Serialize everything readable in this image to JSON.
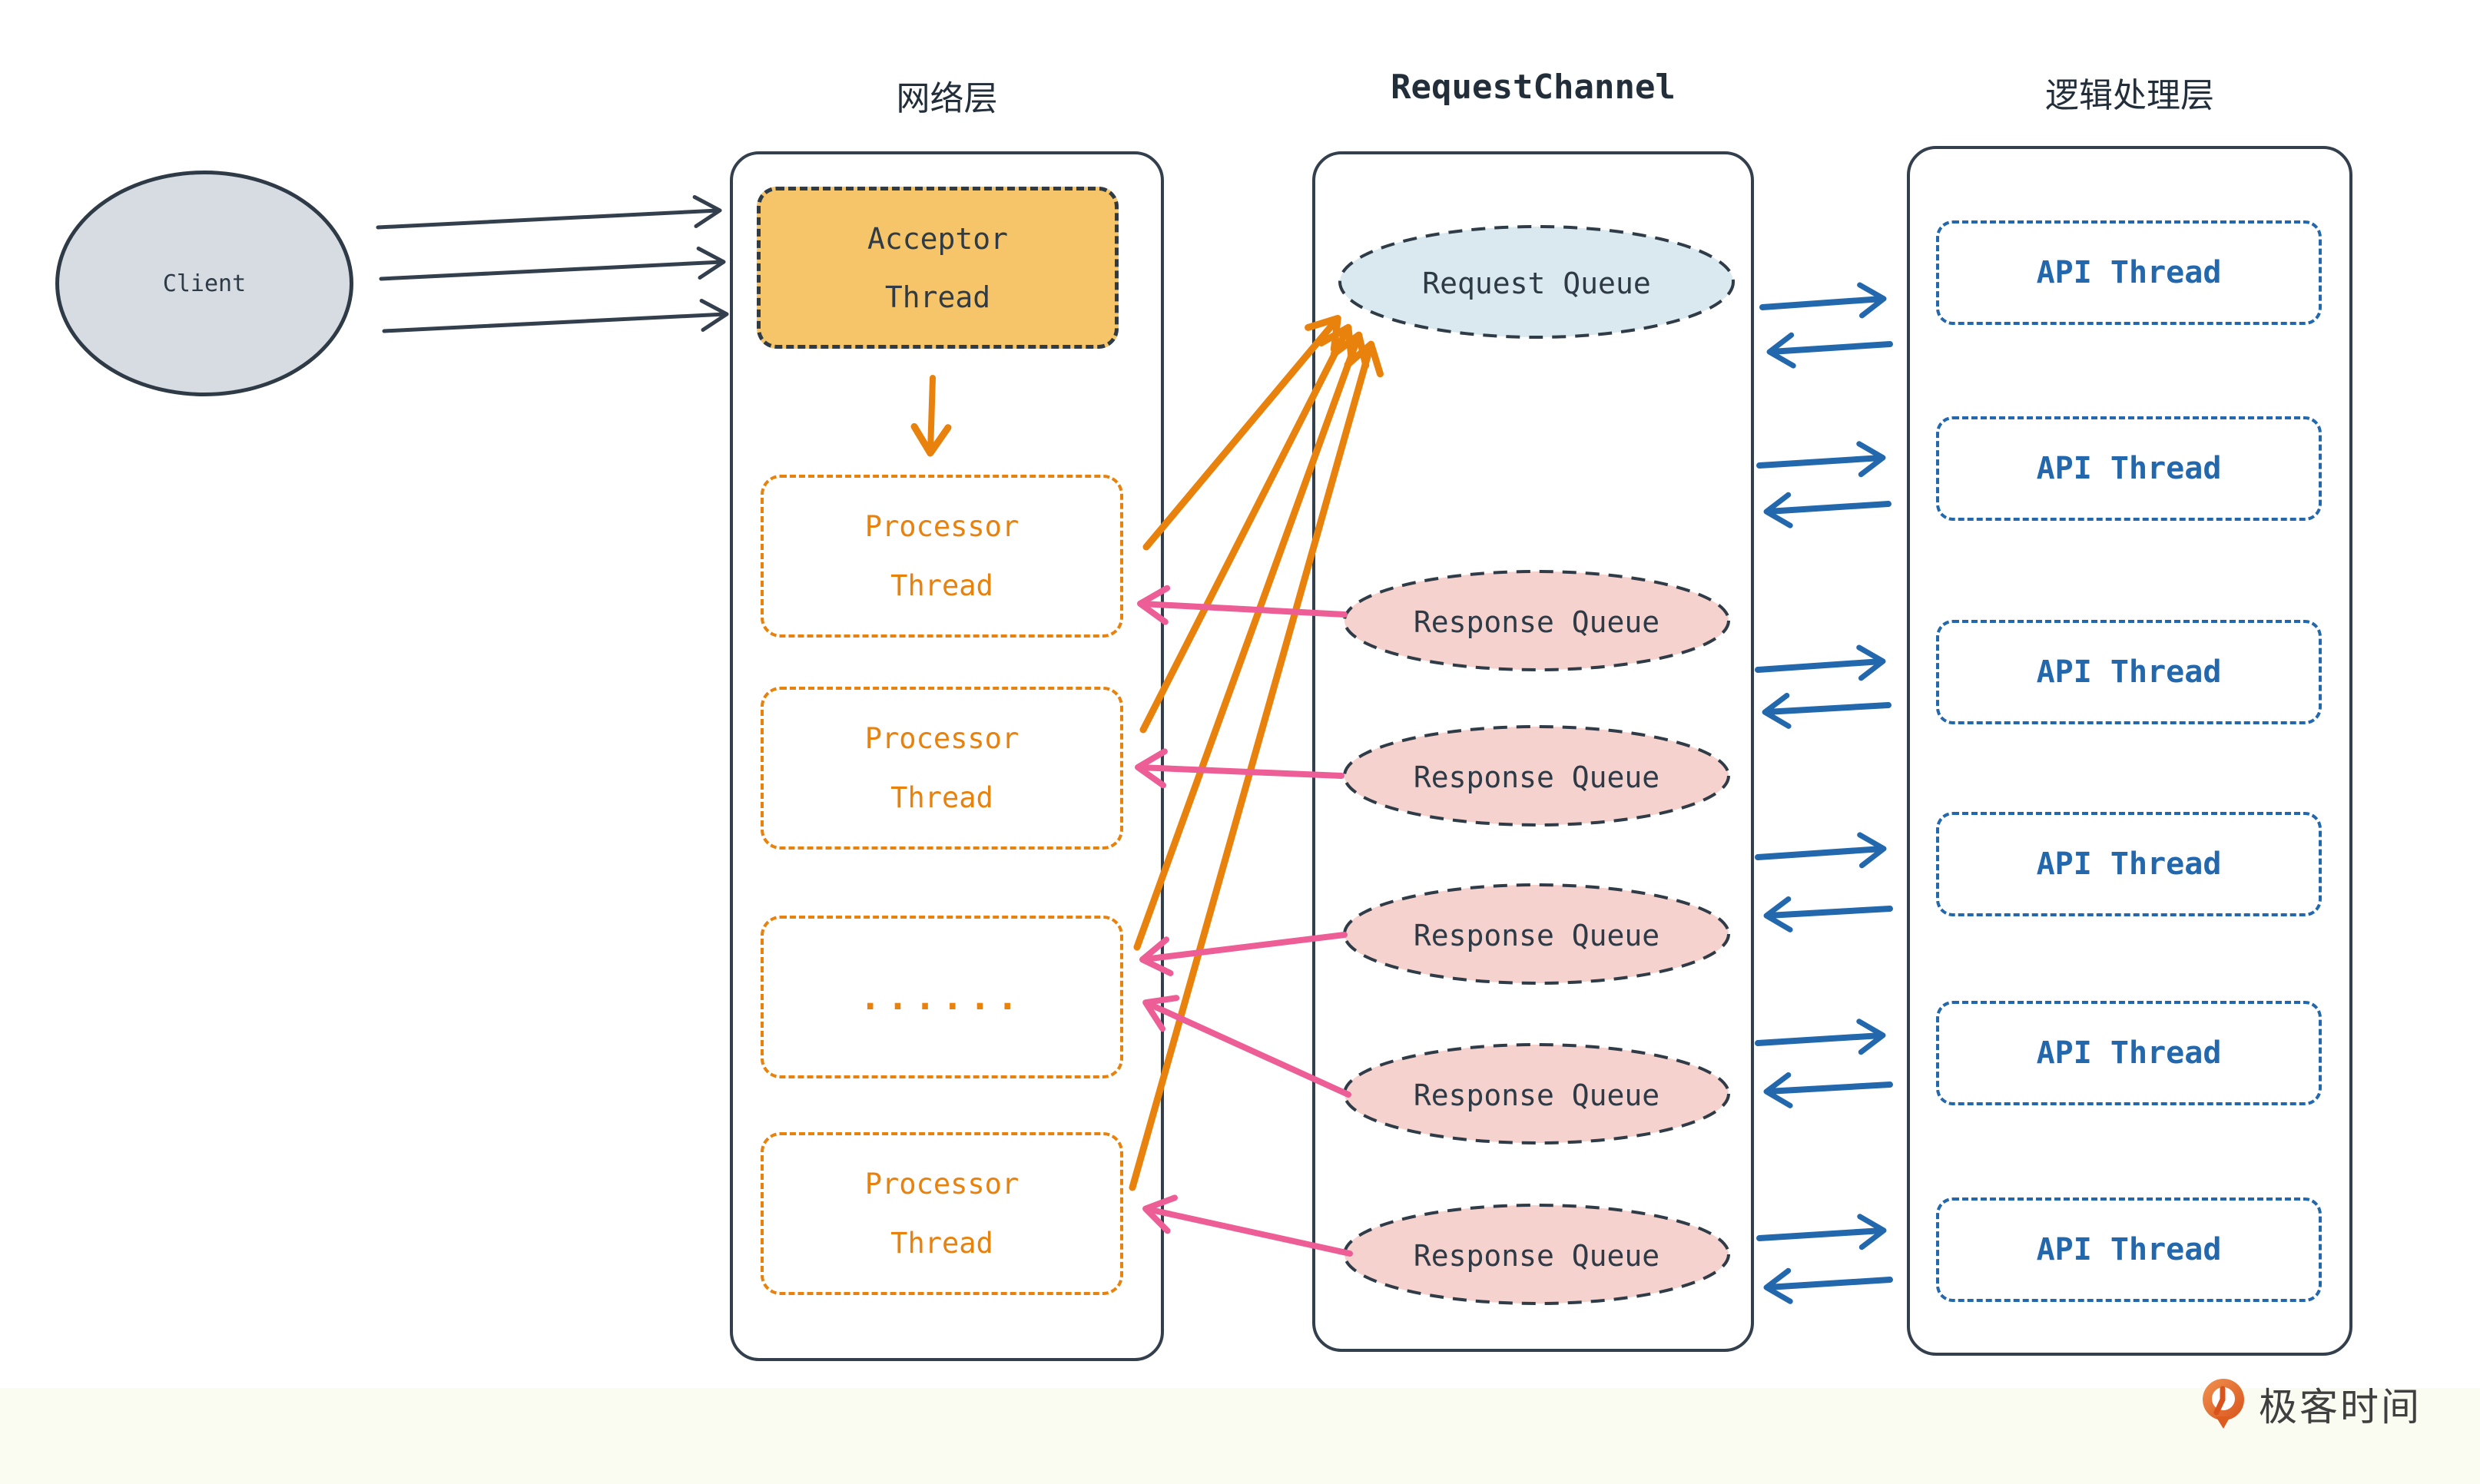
{
  "client": {
    "label": "Client"
  },
  "network": {
    "title": "网络层",
    "acceptor": {
      "line1": "Acceptor",
      "line2": "Thread"
    },
    "processor1": {
      "line1": "Processor",
      "line2": "Thread"
    },
    "processor2": {
      "line1": "Processor",
      "line2": "Thread"
    },
    "ellipsis": "......",
    "processor3": {
      "line1": "Processor",
      "line2": "Thread"
    }
  },
  "channel": {
    "title": "RequestChannel",
    "request_queue": {
      "label": "Request Queue"
    },
    "response_queues": [
      {
        "label": "Response Queue"
      },
      {
        "label": "Response Queue"
      },
      {
        "label": "Response Queue"
      },
      {
        "label": "Response Queue"
      },
      {
        "label": "Response Queue"
      }
    ]
  },
  "logic": {
    "title": "逻辑处理层",
    "api_threads": [
      {
        "label": "API Thread"
      },
      {
        "label": "API Thread"
      },
      {
        "label": "API Thread"
      },
      {
        "label": "API Thread"
      },
      {
        "label": "API Thread"
      },
      {
        "label": "API Thread"
      }
    ]
  },
  "footer": {
    "brand": "极客时间"
  },
  "colors": {
    "dark": "#333f4c",
    "orange": "#e8820d",
    "pink": "#ec5e95",
    "blue": "#2368ac",
    "acceptor_fill": "#f6c569",
    "request_queue_fill": "#dae9ef",
    "response_queue_fill": "#f5d2cd",
    "client_fill": "#d7dbe2",
    "footer_band": "#fbfcf1",
    "brand_orange": "#d9541c"
  }
}
